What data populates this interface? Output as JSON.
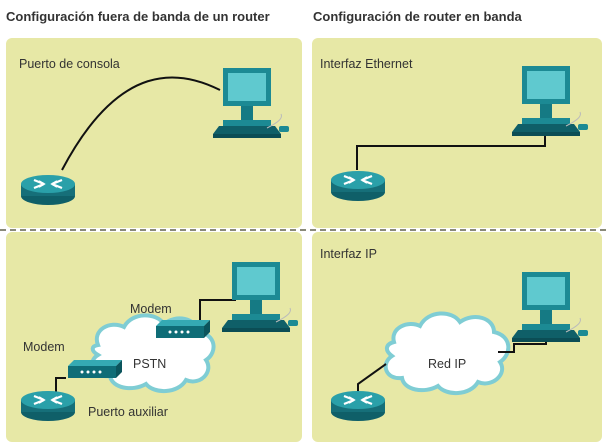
{
  "titles": {
    "left": "Configuración fuera de banda de un router",
    "right": "Configuración de router en banda"
  },
  "labels": {
    "console_port": "Puerto de consola",
    "ethernet_interface": "Interfaz Ethernet",
    "modem_top": "Modem",
    "modem_left": "Modem",
    "pstn": "PSTN",
    "aux_port": "Puerto auxiliar",
    "ip_interface": "Interfaz IP",
    "ip_network": "Red IP"
  },
  "colors": {
    "panel": "#e7e8a6",
    "device_teal": "#1c8a94",
    "screen": "#5fc9cf",
    "cable": "#111111"
  }
}
